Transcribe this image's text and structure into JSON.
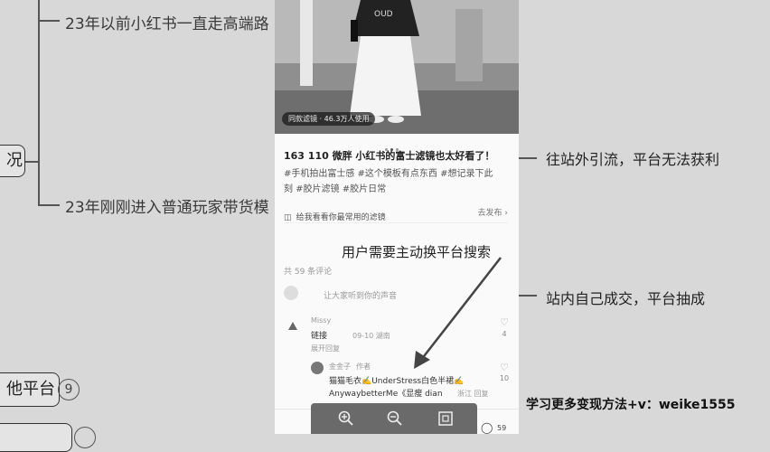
{
  "mindmap": {
    "branch_top": "23年以前小红书一直走高端路",
    "branch_bottom": "23年刚刚进入普通玩家带货模",
    "node_left": "况",
    "node_other_platform": "他平台",
    "node_other_badge": "9",
    "annotation_right_1": "往站外引流，平台无法获利",
    "annotation_right_2": "站内自己成交，平台抽成",
    "footer_promo": "学习更多变现方法+v：weike1555"
  },
  "phone": {
    "photo_badge": "同款滤镜 · 46.3万人使用",
    "post_title": "163 110 微胖 小红书的富士滤镜也太好看了！",
    "tags_line1": "#手机拍出富士感  #这个模板有点东西  #想记录下此",
    "tags_line2": "刻  #胶片滤镜  #胶片日常",
    "filter_prompt": "给我看看你最常用的滤镜",
    "filter_action": "去发布",
    "overlay_text": "用户需要主动换平台搜索",
    "comment_count": "共 59 条评论",
    "comment_input_placeholder": "让大家听到你的声音",
    "comments": [
      {
        "name": "Missy",
        "text": "链接",
        "meta": "09-10 湖南",
        "likes": "4",
        "reply_label": "展开回复"
      },
      {
        "name": "金金子",
        "author_tag": "作者",
        "text": "猫猫毛衣✍️UnderStress白色半裙✍️",
        "text2": "AnywaybetterMe《显瘦 dian",
        "meta": "浙江 回复",
        "likes": "10"
      }
    ],
    "bottom_likes": "59"
  }
}
